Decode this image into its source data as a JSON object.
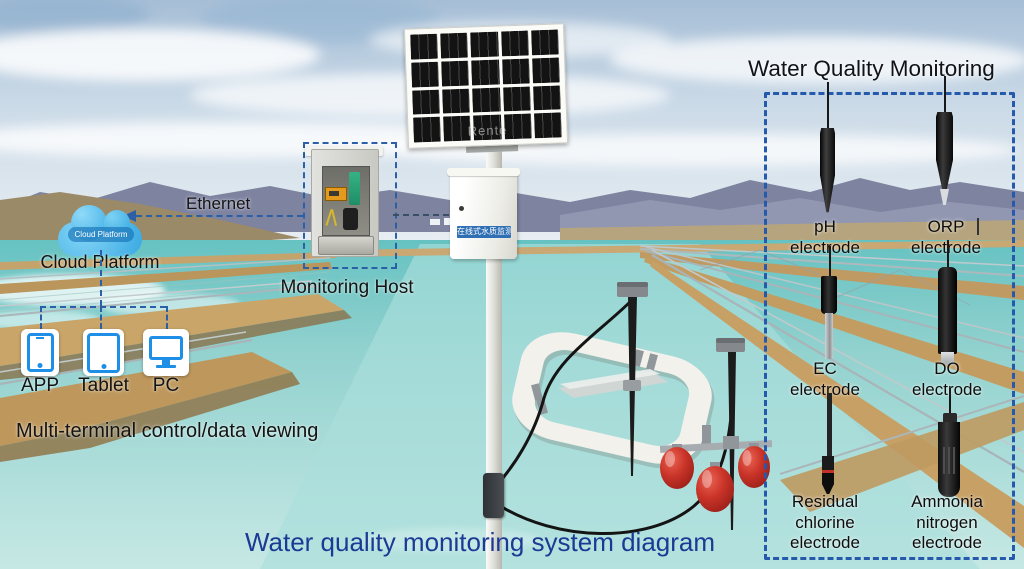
{
  "right_panel": {
    "heading": "Water Quality Monitoring",
    "electrodes": [
      {
        "name": "pH electrode",
        "lines": [
          "pH",
          "electrode"
        ]
      },
      {
        "name": "ORP electrode",
        "lines": [
          "ORP",
          "electrode"
        ]
      },
      {
        "name": "EC electrode",
        "lines": [
          "EC",
          "electrode"
        ]
      },
      {
        "name": "DO electrode",
        "lines": [
          "DO",
          "electrode"
        ]
      },
      {
        "name": "Residual chlorine electrode",
        "lines": [
          "Residual",
          "chlorine",
          "electrode"
        ]
      },
      {
        "name": "Ammonia nitrogen electrode",
        "lines": [
          "Ammonia",
          "nitrogen",
          "electrode"
        ]
      }
    ]
  },
  "left_panel": {
    "ethernet_label": "Ethernet",
    "cloud_icon_text": "Cloud Platform",
    "cloud_label": "Cloud Platform",
    "devices": [
      {
        "label": "APP",
        "icon": "smartphone-icon"
      },
      {
        "label": "Tablet",
        "icon": "tablet-icon"
      },
      {
        "label": "PC",
        "icon": "desktop-monitor-icon"
      }
    ],
    "caption": "Multi-terminal control/data viewing"
  },
  "station": {
    "host_label": "Monitoring Host",
    "enclosure_label": "在线式水质监测",
    "solar_panel_watermark": "Rente"
  },
  "footer": {
    "title": "Water quality monitoring system diagram"
  },
  "colors": {
    "dashed_line_blue": "#2b5fa6",
    "panel_border_blue": "#2459ab",
    "title_navy": "#1b3a94",
    "cloud_blue": "#45b4e8",
    "device_icon_blue": "#1e8fe6",
    "buoy_float_red": "#c23028",
    "enclosure_label_bg": "#2f6fb4",
    "water_teal": "#93d2cf"
  }
}
